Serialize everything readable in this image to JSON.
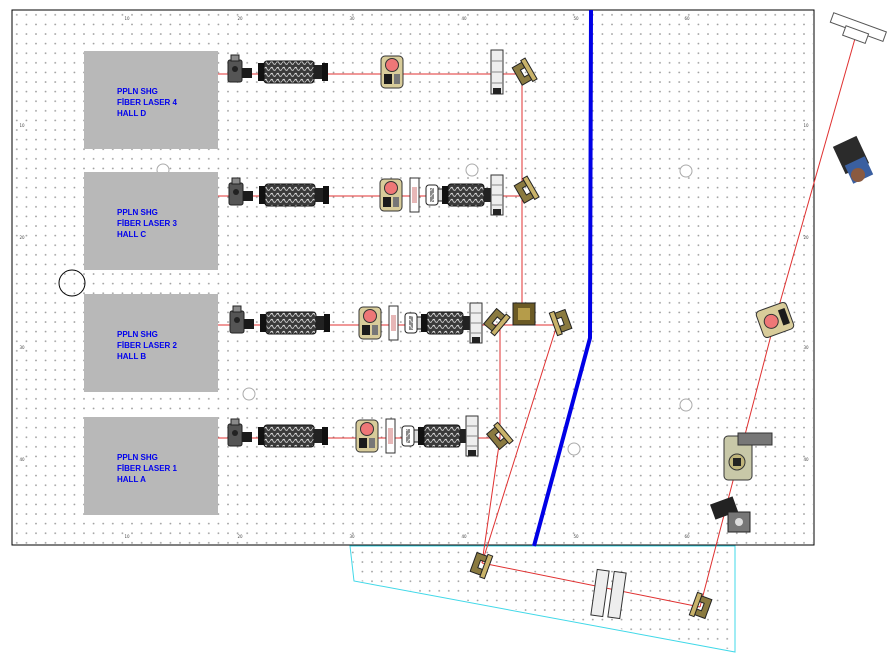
{
  "table": {
    "top_ticks": [
      "10",
      "20",
      "30",
      "40",
      "50",
      "60"
    ],
    "bottom_ticks": [
      "10",
      "20",
      "30",
      "40",
      "50",
      "60"
    ],
    "left_ticks": [
      "10",
      "20",
      "30",
      "40"
    ],
    "right_ticks": [
      "10",
      "20",
      "30",
      "40"
    ]
  },
  "lasers": [
    {
      "line1": "PPLN SHG",
      "line2": "FİBER LASER 4",
      "line3": "HALL D"
    },
    {
      "line1": "PPLN SHG",
      "line2": "FİBER LASER 3",
      "line3": "HALL C"
    },
    {
      "line1": "PPLN SHG",
      "line2": "FİBER LASER 2",
      "line3": "HALL B"
    },
    {
      "line1": "PPLN SHG",
      "line2": "FİBER LASER 1",
      "line3": "HALL A"
    }
  ],
  "colors": {
    "beam": "#e03030",
    "divider": "#0000e6",
    "extension_outline": "#40d8e8",
    "laser_box": "#b8b8b8",
    "label": "#0000ee"
  }
}
